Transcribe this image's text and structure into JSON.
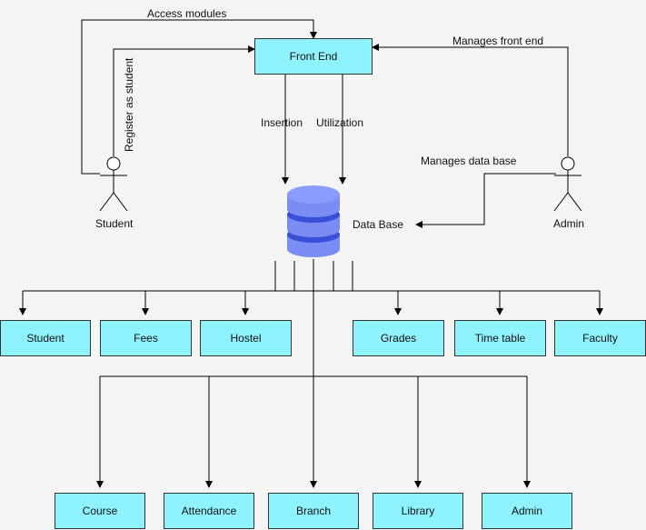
{
  "nodes": {
    "front_end": "Front End",
    "database": "Data Base",
    "student_actor": "Student",
    "admin_actor": "Admin",
    "tables_row1": [
      "Student",
      "Fees",
      "Hostel",
      "Grades",
      "Time table",
      "Faculty"
    ],
    "tables_row2": [
      "Course",
      "Attendance",
      "Branch",
      "Library",
      "Admin"
    ]
  },
  "edges": {
    "access_modules": "Access modules",
    "register_student": "Register as student",
    "manages_front_end": "Manages front end",
    "manages_database": "Manages data base",
    "insertion": "Insertion",
    "utilization": "Utilization"
  },
  "colors": {
    "box_fill": "#8ff3ff",
    "db_fill": "#7b8df5",
    "db_dark": "#3a4fd8",
    "line": "#000000"
  }
}
